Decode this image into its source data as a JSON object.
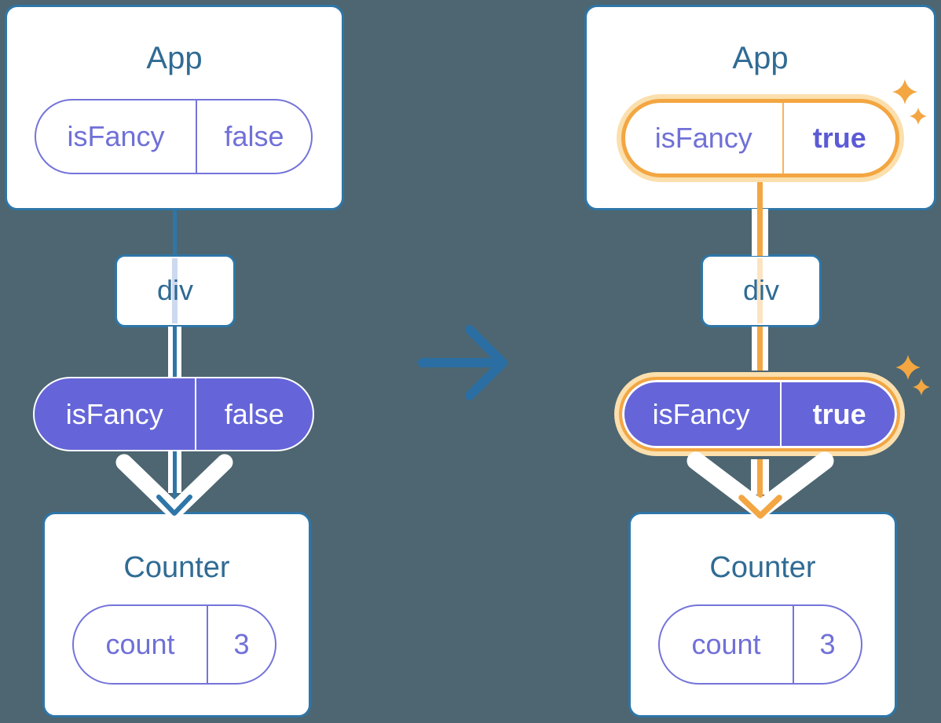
{
  "diagram_kind": "react-component-tree-props-flow",
  "colors": {
    "background": "#4d6671",
    "card_border": "#2e76a8",
    "title_text": "#306b94",
    "pill_purple_fill": "#6565d9",
    "pill_purple_outline": "#7474da",
    "pill_text_purple": "#7070d8",
    "highlight_orange": "#f3a641",
    "highlight_halo": "#fbdfad",
    "through_line_blue": "#cdd9ef",
    "through_line_orange": "#fce4c2",
    "transform_arrow": "#2b6ea3"
  },
  "before": {
    "app": {
      "title": "App",
      "prop_name": "isFancy",
      "prop_value": "false"
    },
    "div": {
      "label": "div"
    },
    "prop_pill": {
      "name": "isFancy",
      "value": "false"
    },
    "counter": {
      "title": "Counter",
      "state_name": "count",
      "state_value": "3"
    }
  },
  "after": {
    "app": {
      "title": "App",
      "prop_name": "isFancy",
      "prop_value": "true"
    },
    "div": {
      "label": "div"
    },
    "prop_pill": {
      "name": "isFancy",
      "value": "true"
    },
    "counter": {
      "title": "Counter",
      "state_name": "count",
      "state_value": "3"
    },
    "sparkles": [
      "sparkle-icon-large-top",
      "sparkle-icon-small-top",
      "sparkle-icon-large-mid",
      "sparkle-icon-small-mid"
    ]
  }
}
